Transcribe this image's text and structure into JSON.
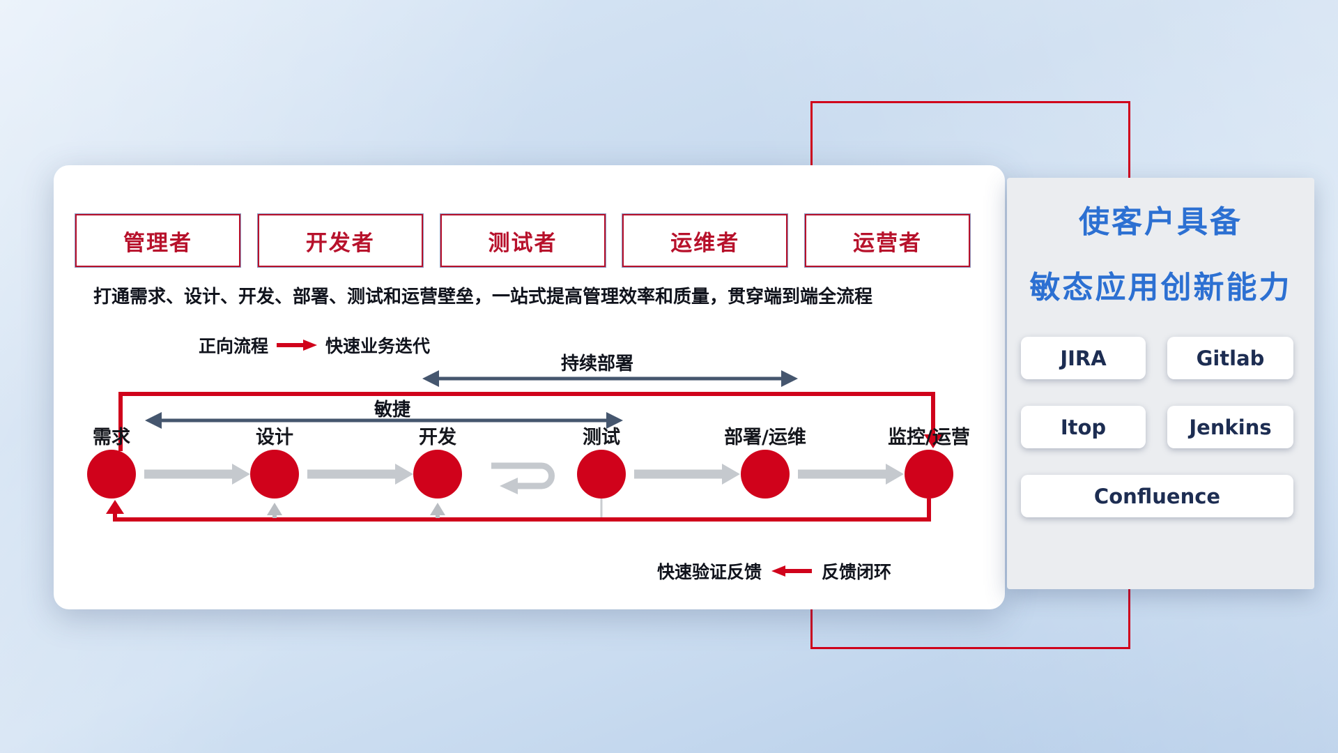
{
  "roles": [
    "管理者",
    "开发者",
    "测试者",
    "运维者",
    "运营者"
  ],
  "banner": "打通需求、设计、开发、部署、测试和运营壁垒，一站式提高管理效率和质量，贯穿端到端全流程",
  "legend_forward": {
    "label": "正向流程",
    "desc": "快速业务迭代"
  },
  "legend_feedback": {
    "desc": "快速验证反馈",
    "label": "反馈闭环"
  },
  "flow": {
    "continuous_deploy_label": "持续部署",
    "agile_label": "敏捷",
    "nodes": [
      "需求",
      "设计",
      "开发",
      "测试",
      "部署/运维",
      "监控/运营"
    ]
  },
  "right_panel": {
    "title_line1": "使客户具备",
    "title_line2": "敏态应用创新能力",
    "tools": [
      "JIRA",
      "Gitlab",
      "Itop",
      "Jenkins",
      "Confluence"
    ]
  },
  "colors": {
    "accent_red": "#d0021b",
    "title_blue": "#2c70d2",
    "arrow_dark": "#45566e",
    "arrow_gray": "#c5c9ce"
  }
}
